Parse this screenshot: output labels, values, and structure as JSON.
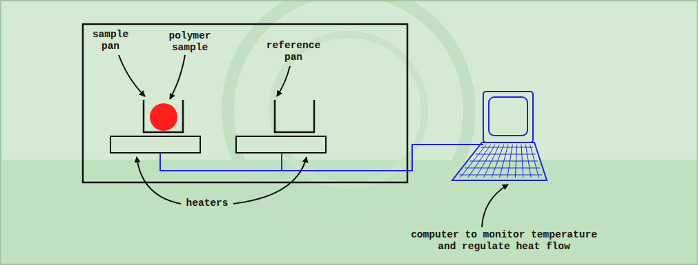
{
  "diagram": {
    "labels": [
      "sample pan",
      "polymer sample",
      "reference pan",
      "heaters",
      "computer to monitor temperature and regulate heat flow"
    ]
  }
}
